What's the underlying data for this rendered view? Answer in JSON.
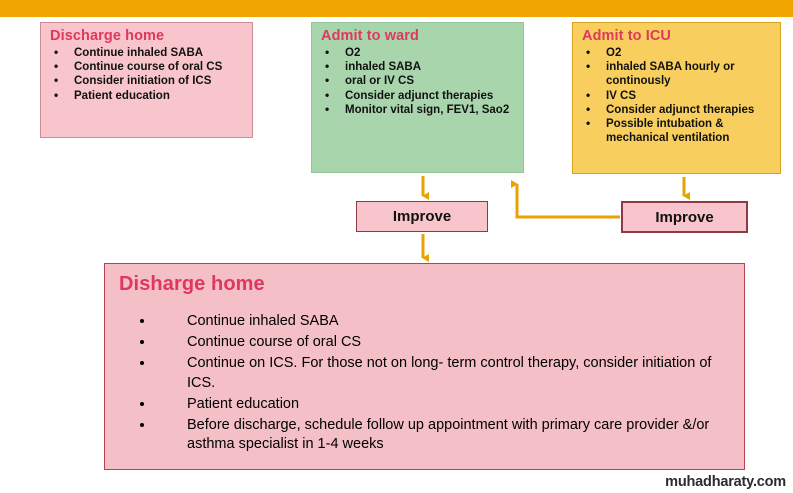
{
  "banner": {
    "color": "#f0a500"
  },
  "boxes": {
    "discharge_top": {
      "title": "Discharge home",
      "fill": "#f7c5cb",
      "items": [
        "Continue  inhaled SABA",
        "Continue course of oral CS",
        "Consider initiation of  ICS",
        "Patient education"
      ]
    },
    "admit_ward": {
      "title": "Admit to ward",
      "fill": "#a8d5ac",
      "items": [
        "O2",
        "inhaled SABA",
        "oral  or IV CS",
        "Consider adjunct therapies",
        "Monitor vital sign, FEV1, Sao2"
      ]
    },
    "admit_icu": {
      "title": "Admit to ICU",
      "fill": "#f8cf5e",
      "items": [
        "O2",
        " inhaled SABA hourly or continously",
        " IV CS",
        "Consider adjunct therapies",
        "Possible intubation & mechanical ventilation"
      ]
    },
    "discharge_bottom": {
      "title": "Disharge home",
      "fill": "#f4bfc6",
      "items": [
        "Continue  inhaled SABA",
        "Continue course of oral  CS",
        "Continue on ICS. For those not on long- term control therapy, consider initiation of  ICS.",
        "Patient education",
        "Before discharge, schedule follow up appointment with primary care provider &/or asthma specialist in 1-4 weeks"
      ]
    }
  },
  "improve": {
    "left_label": "Improve",
    "right_label": "Improve",
    "fill": "#f7c5cb"
  },
  "connectors": {
    "color": "#e8a300",
    "ward_to_improve_left": "arrow-down",
    "icu_to_improve_right": "arrow-down",
    "improve_left_to_discharge": "arrow-down",
    "improve_right_to_ward": "elbow-arrow-up-left"
  },
  "watermark": {
    "text": "muhadharaty.com"
  }
}
